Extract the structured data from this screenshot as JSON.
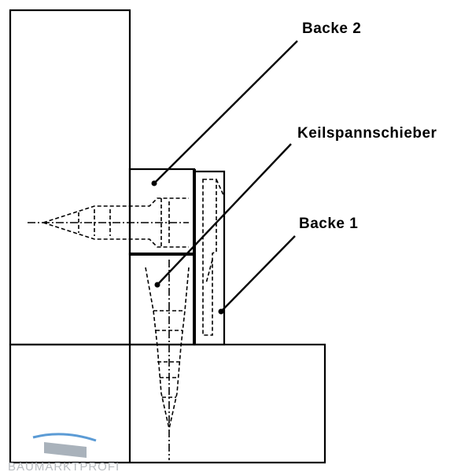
{
  "labels": {
    "backe2": "Backe 2",
    "keilspannschieber": "Keilspannschieber",
    "backe1": "Backe 1"
  },
  "watermark": {
    "text": "BAUMARKTPROFI",
    "logo_colors": [
      "#5b9bd5",
      "#a9b2bb"
    ]
  },
  "colors": {
    "line": "#000000",
    "background": "#ffffff"
  }
}
